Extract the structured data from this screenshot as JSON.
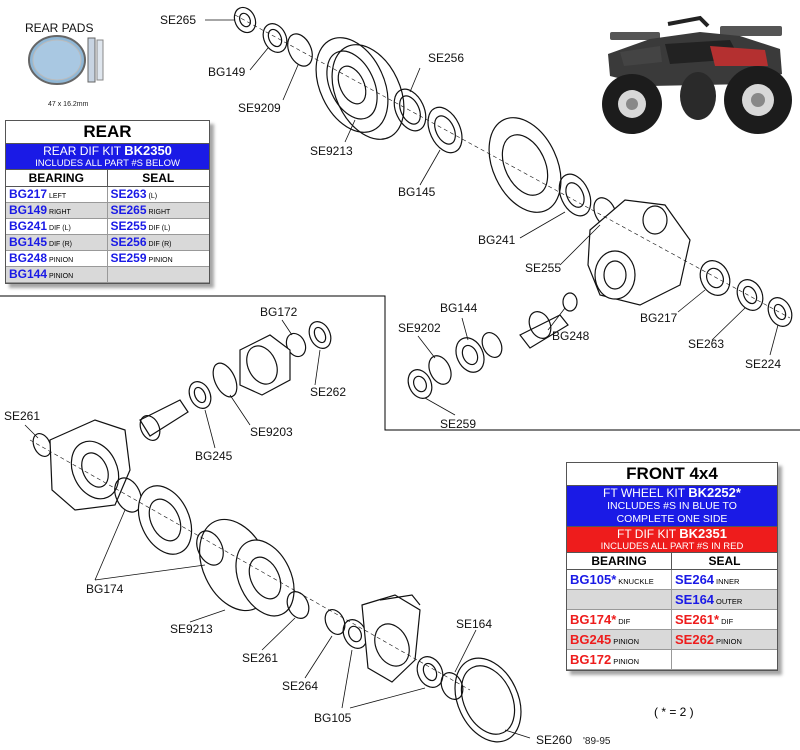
{
  "rear_pads": {
    "title": "REAR PADS",
    "size": "47 x 16.2mm"
  },
  "rear_table": {
    "title": "REAR",
    "kit_line": "REAR DIF KIT",
    "kit_code": "BK2350",
    "kit_note": "INCLUDES ALL PART #S BELOW",
    "col_bearing": "BEARING",
    "col_seal": "SEAL",
    "rows": [
      {
        "b_pn": "BG217",
        "b_pos": "LEFT",
        "s_pn": "SE263",
        "s_pos": "(L)",
        "gray": false
      },
      {
        "b_pn": "BG149",
        "b_pos": "RIGHT",
        "s_pn": "SE265",
        "s_pos": "RIGHT",
        "gray": true
      },
      {
        "b_pn": "BG241",
        "b_pos": "DIF (L)",
        "s_pn": "SE255",
        "s_pos": "DIF (L)",
        "gray": false
      },
      {
        "b_pn": "BG145",
        "b_pos": "DIF (R)",
        "s_pn": "SE256",
        "s_pos": "DIF (R)",
        "gray": true
      },
      {
        "b_pn": "BG248",
        "b_pos": "PINION",
        "s_pn": "SE259",
        "s_pos": "PINION",
        "gray": false
      },
      {
        "b_pn": "BG144",
        "b_pos": "PINION",
        "s_pn": "",
        "s_pos": "",
        "gray": true
      }
    ]
  },
  "front_table": {
    "title": "FRONT 4x4",
    "wheel_kit_line": "FT WHEEL KIT",
    "wheel_kit_code": "BK2252*",
    "wheel_kit_note_1": "INCLUDES #S IN BLUE TO",
    "wheel_kit_note_2": "COMPLETE ONE SIDE",
    "dif_kit_line": "FT DIF KIT",
    "dif_kit_code": "BK2351",
    "dif_kit_note": "INCLUDES ALL PART #S IN RED",
    "col_bearing": "BEARING",
    "col_seal": "SEAL",
    "rows": [
      {
        "b_pn": "BG105",
        "b_star": "*",
        "b_pos": "KNUCKLE",
        "b_color": "blue",
        "s_pn": "SE264",
        "s_star": "",
        "s_pos": "INNER",
        "s_color": "blue",
        "gray": false
      },
      {
        "b_pn": "",
        "b_star": "",
        "b_pos": "",
        "b_color": "blue",
        "s_pn": "SE164",
        "s_star": "",
        "s_pos": "OUTER",
        "s_color": "blue",
        "gray": true
      },
      {
        "b_pn": "BG174",
        "b_star": "*",
        "b_pos": "DIF",
        "b_color": "red",
        "s_pn": "SE261",
        "s_star": "*",
        "s_pos": "DIF",
        "s_color": "red",
        "gray": false
      },
      {
        "b_pn": "BG245",
        "b_star": "",
        "b_pos": "PINION",
        "b_color": "red",
        "s_pn": "SE262",
        "s_star": "",
        "s_pos": "PINION",
        "s_color": "red",
        "gray": true
      },
      {
        "b_pn": "BG172",
        "b_star": "",
        "b_pos": "PINION",
        "b_color": "red",
        "s_pn": "",
        "s_star": "",
        "s_pos": "",
        "s_color": "red",
        "gray": false
      }
    ]
  },
  "footnote": "( * = 2 )",
  "callouts": {
    "SE265": "SE265",
    "BG149": "BG149",
    "SE9209": "SE9209",
    "SE256": "SE256",
    "SE9213_top": "SE9213",
    "BG145": "BG145",
    "BG241": "BG241",
    "SE255": "SE255",
    "BG217": "BG217",
    "SE263": "SE263",
    "SE224": "SE224",
    "BG144": "BG144",
    "SE9202": "SE9202",
    "BG248": "BG248",
    "SE259": "SE259",
    "BG172": "BG172",
    "SE262": "SE262",
    "SE261_left": "SE261",
    "SE9203": "SE9203",
    "BG245": "BG245",
    "BG174": "BG174",
    "SE9213_bottom": "SE9213",
    "SE261_bottom": "SE261",
    "SE264": "SE264",
    "SE164": "SE164",
    "BG105": "BG105",
    "SE260": "SE260",
    "SE260_years": "'89-95"
  },
  "colors": {
    "blue": "#1a1ae6",
    "red": "#ee1c1c",
    "gray_row": "#d9d9d9"
  }
}
